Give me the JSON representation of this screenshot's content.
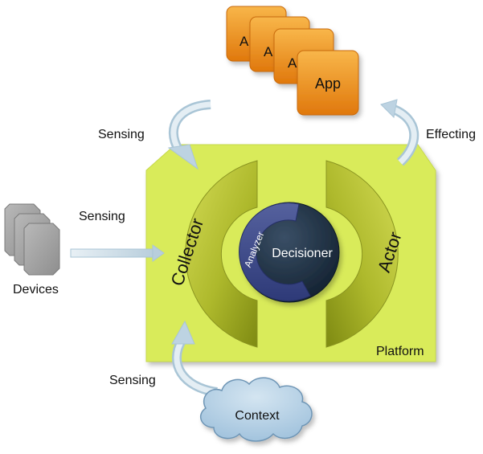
{
  "platform": {
    "label": "Platform",
    "color": "#D9EB5A"
  },
  "apps": {
    "back_labels": [
      "A",
      "A",
      "A"
    ],
    "front_label": "App",
    "color": "#F39A1E"
  },
  "devices": {
    "label": "Devices"
  },
  "context": {
    "label": "Context"
  },
  "collector": {
    "label": "Collector"
  },
  "actor": {
    "label": "Actor"
  },
  "analyzer": {
    "label": "Analyzer"
  },
  "decisioner": {
    "label": "Decisioner"
  },
  "flows": {
    "sensing_apps": "Sensing",
    "sensing_devices": "Sensing",
    "sensing_context": "Sensing",
    "effecting": "Effecting"
  }
}
